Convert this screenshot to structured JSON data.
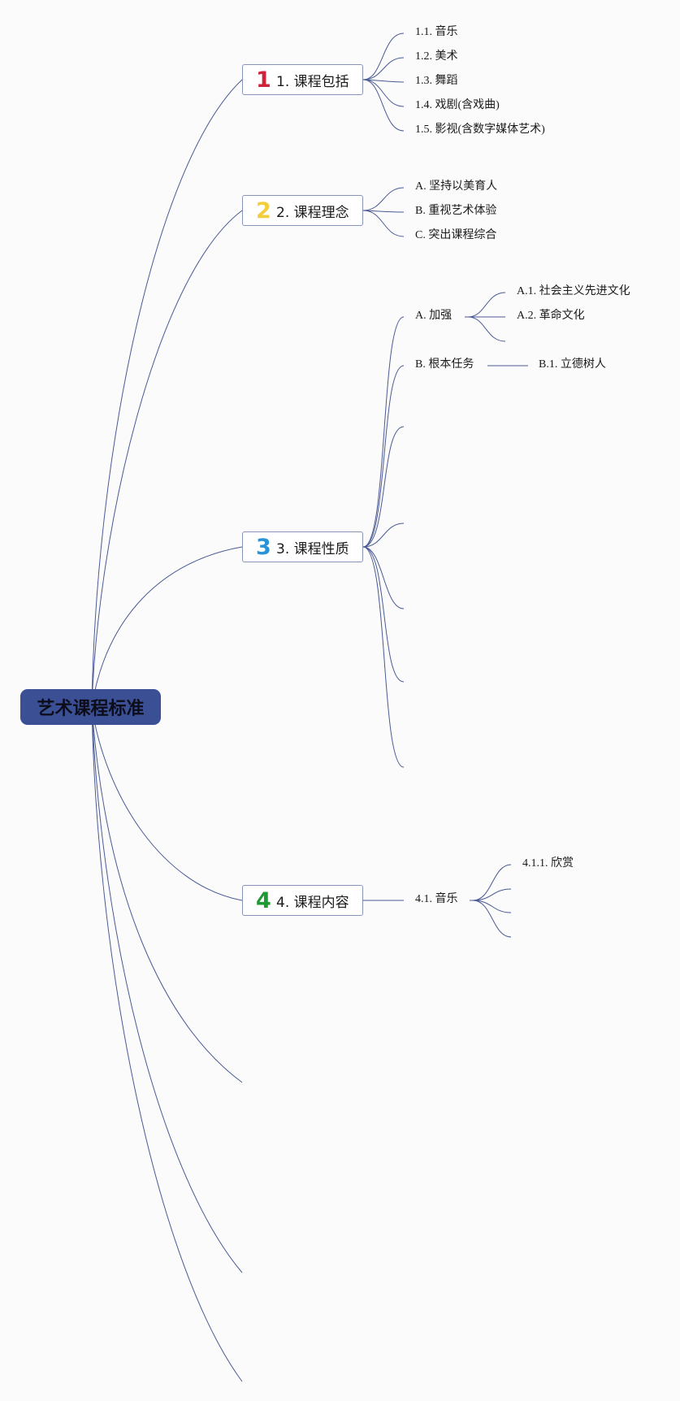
{
  "root": {
    "label": "艺术课程标准",
    "color": "#3a4f94"
  },
  "branches": [
    {
      "badge": "1",
      "badge_color": "#d0223a",
      "label": "1. 课程包括",
      "children": [
        "1.1. 音乐",
        "1.2. 美术",
        "1.3. 舞蹈",
        "1.4. 戏剧(含戏曲)",
        "1.5. 影视(含数字媒体艺术)"
      ]
    },
    {
      "badge": "2",
      "badge_color": "#f2cd3c",
      "label": "2. 课程理念",
      "children": [
        "A. 坚持以美育人",
        "B. 重视艺术体验",
        "C. 突出课程综合"
      ]
    },
    {
      "badge": "3",
      "badge_color": "#2a92d6",
      "label": "3. 课程性质",
      "children": [
        {
          "label": "A. 加强",
          "children": [
            "A.1. 社会主义先进文化",
            "A.2. 革命文化"
          ]
        },
        {
          "label": "B. 根本任务",
          "children": [
            "B.1. 立德树人"
          ]
        }
      ]
    },
    {
      "badge": "4",
      "badge_color": "#1f9a33",
      "label": "4. 课程内容",
      "children": [
        {
          "label": "4.1. 音乐",
          "children": [
            "4.1.1. 欣赏"
          ]
        }
      ]
    }
  ],
  "line_color": "#4a5a94"
}
